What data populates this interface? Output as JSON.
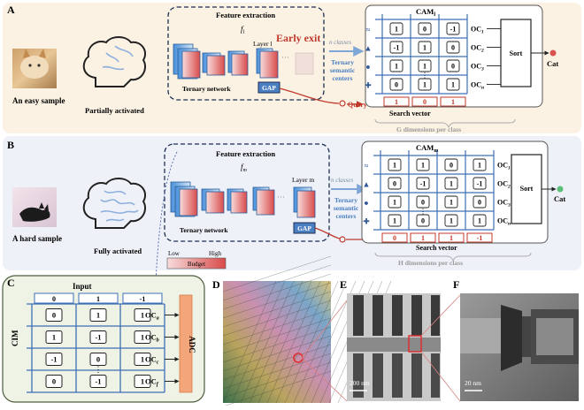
{
  "panel_a": {
    "letter": "A",
    "sample_caption": "An easy sample",
    "brain_caption": "Partially activated",
    "box_title": "Feature extraction",
    "f_label": "f",
    "f_sub": "l",
    "layer_label": "Layer l",
    "early_exit": "Early exit",
    "network_label": "Ternary network",
    "gap": "GAP",
    "query": "Query",
    "n_classes": "n classes",
    "centers": [
      "Ternary",
      "semantic",
      "centers"
    ],
    "cam_title": "CAM",
    "cam_sub": "l",
    "oc_labels": [
      "OC",
      "OC",
      "OC",
      "OC"
    ],
    "oc_subs": [
      "1",
      "2",
      "3",
      "n"
    ],
    "cells": [
      [
        "1",
        "0",
        "-1"
      ],
      [
        "-1",
        "1",
        "0"
      ],
      [
        "1",
        "1",
        "0"
      ],
      [
        "0",
        "1",
        "1"
      ]
    ],
    "search_vector": [
      "1",
      "0",
      "1"
    ],
    "search_label": "Search vector",
    "dims_label": "G dimensions per class",
    "sort": "Sort",
    "output": "Cat"
  },
  "panel_b": {
    "letter": "B",
    "sample_caption": "A hard sample",
    "brain_caption": "Fully activated",
    "box_title": "Feature extraction",
    "f_label": "f",
    "f_sub": "m",
    "layer_label": "Layer m",
    "network_label": "Ternary network",
    "gap": "GAP",
    "n_classes": "n classes",
    "centers": [
      "Ternary",
      "semantic",
      "centers"
    ],
    "cam_title": "CAM",
    "cam_sub": "m",
    "oc_labels": [
      "OC",
      "OC",
      "OC",
      "OC"
    ],
    "oc_subs": [
      "1",
      "2",
      "3",
      "n"
    ],
    "cells": [
      [
        "1",
        "1",
        "0",
        "1"
      ],
      [
        "0",
        "-1",
        "1",
        "-1"
      ],
      [
        "1",
        "0",
        "1",
        "0"
      ],
      [
        "1",
        "0",
        "1",
        "1"
      ]
    ],
    "search_vector": [
      "0",
      "1",
      "1",
      "-1"
    ],
    "search_label": "Search vector",
    "dims_label": "H dimensions per class",
    "sort": "Sort",
    "output": "Cat",
    "budget_low": "Low",
    "budget_high": "High",
    "budget": "Budget"
  },
  "panel_c": {
    "letter": "C",
    "input_label": "Input",
    "inputs": [
      "0",
      "1",
      "-1"
    ],
    "cim_label": "CIM",
    "adc_label": "ADC",
    "cells": [
      [
        "0",
        "1",
        "1"
      ],
      [
        "1",
        "-1",
        "1"
      ],
      [
        "-1",
        "0",
        "1"
      ],
      [
        "0",
        "-1",
        "1"
      ]
    ],
    "oc_labels": [
      "OC",
      "OC",
      "OC",
      "OC"
    ],
    "oc_subs": [
      "a",
      "b",
      "c",
      "f"
    ]
  },
  "panel_d": {
    "letter": "D"
  },
  "panel_e": {
    "letter": "E",
    "scale": "200 nm"
  },
  "panel_f": {
    "letter": "F",
    "scale": "20 nm"
  },
  "colors": {
    "panel_a_bg": "#fbf2e4",
    "panel_b_bg": "#eef2f8",
    "panel_c_bg": "#eef3e6",
    "early_exit": "#c0392b",
    "search_red": "#c0392b",
    "centers_blue": "#4a7fc1",
    "grid_blue": "#3e6fb5"
  }
}
